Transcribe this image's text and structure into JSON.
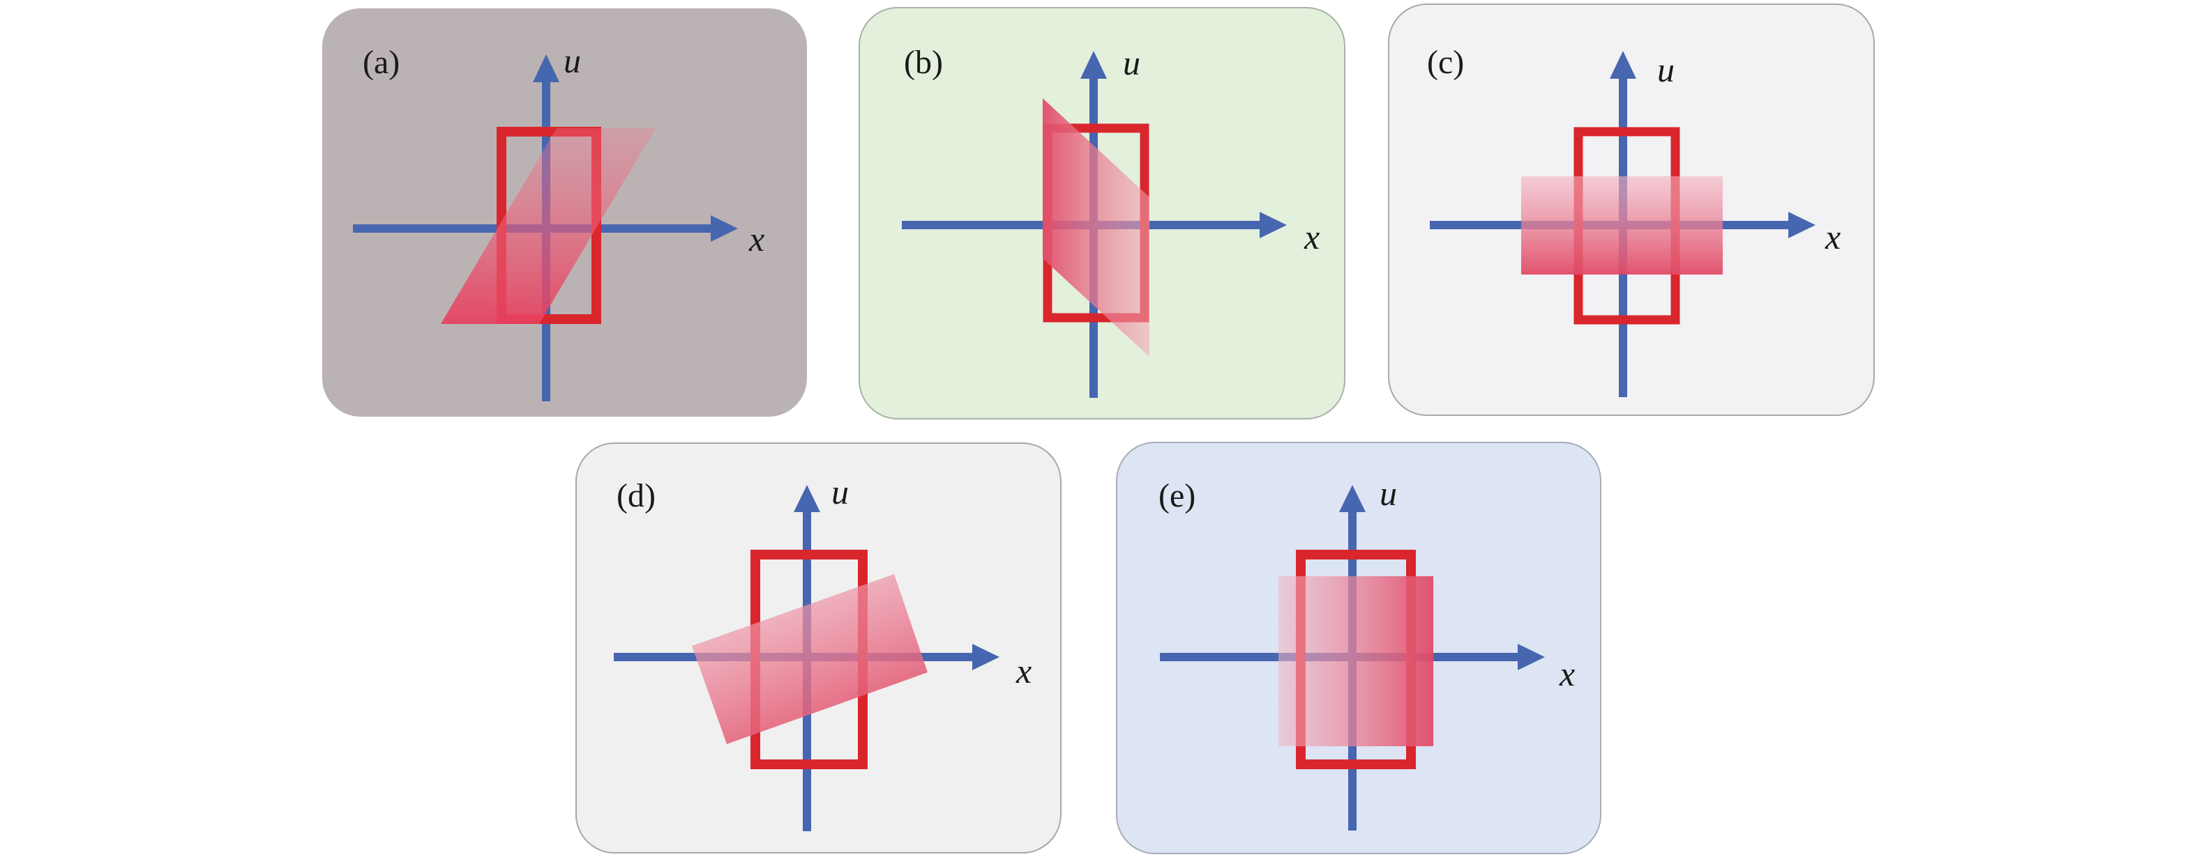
{
  "figure": {
    "description": "Five panels showing a rectangular region in the (x, u) phase plane and its transformed version",
    "colors": {
      "axis": "#4766b0",
      "original_region_outline": "#d9262c",
      "transformed_region_fill": "#e04e6a",
      "text": "#1a1a1a"
    },
    "panels": [
      {
        "id": "a",
        "label": "(a)",
        "x_axis_label": "x",
        "u_axis_label": "u",
        "background": "#bbb3b3",
        "transformed_region": "shear-right parallelogram",
        "gradient": "vertical: light top to saturated bottom"
      },
      {
        "id": "b",
        "label": "(b)",
        "x_axis_label": "x",
        "u_axis_label": "u",
        "background": "#e2f0dc",
        "transformed_region": "shear-down parallelogram",
        "gradient": "horizontal: saturated left to light right"
      },
      {
        "id": "c",
        "label": "(c)",
        "x_axis_label": "x",
        "u_axis_label": "u",
        "background": "#f2f1f4",
        "transformed_region": "wide short rectangle (stretched in x, compressed in u)",
        "gradient": "vertical: light top to saturated bottom"
      },
      {
        "id": "d",
        "label": "(d)",
        "x_axis_label": "x",
        "u_axis_label": "u",
        "background": "#f0f0f0",
        "transformed_region": "rotated rectangle",
        "gradient": "diagonal: light top-left to saturated bottom-right"
      },
      {
        "id": "e",
        "label": "(e)",
        "x_axis_label": "x",
        "u_axis_label": "u",
        "background": "#dde4f3",
        "transformed_region": "wider shorter rectangle",
        "gradient": "horizontal: light left to saturated right"
      }
    ]
  }
}
